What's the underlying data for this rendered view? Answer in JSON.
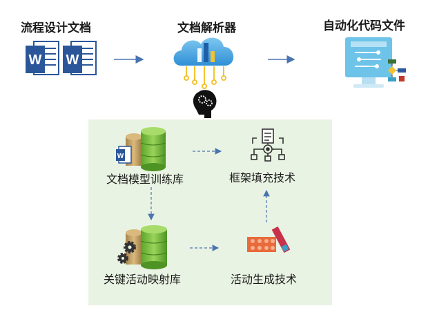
{
  "titles": {
    "left": "流程设计文档",
    "center": "文档解析器",
    "right": "自动化代码文件"
  },
  "nodes": {
    "doc_model_library": "文档模型训练库",
    "framework_fill": "框架填充技术",
    "activity_map_library": "关键活动映射库",
    "activity_generation": "活动生成技术"
  },
  "colors": {
    "word_blue": "#2b579a",
    "arrow_blue": "#4a74b0",
    "panel_green": "#e9f3e3",
    "db_green": "#7cc242",
    "db_tan": "#c9a66b"
  },
  "icons": {
    "word": "word-doc-icon",
    "cloud": "cloud-parser-icon",
    "code": "code-monitor-icon",
    "brain": "brain-gear-icon",
    "database": "database-icon",
    "workflow": "document-gear-workflow-icon",
    "blocks": "building-blocks-icon"
  }
}
